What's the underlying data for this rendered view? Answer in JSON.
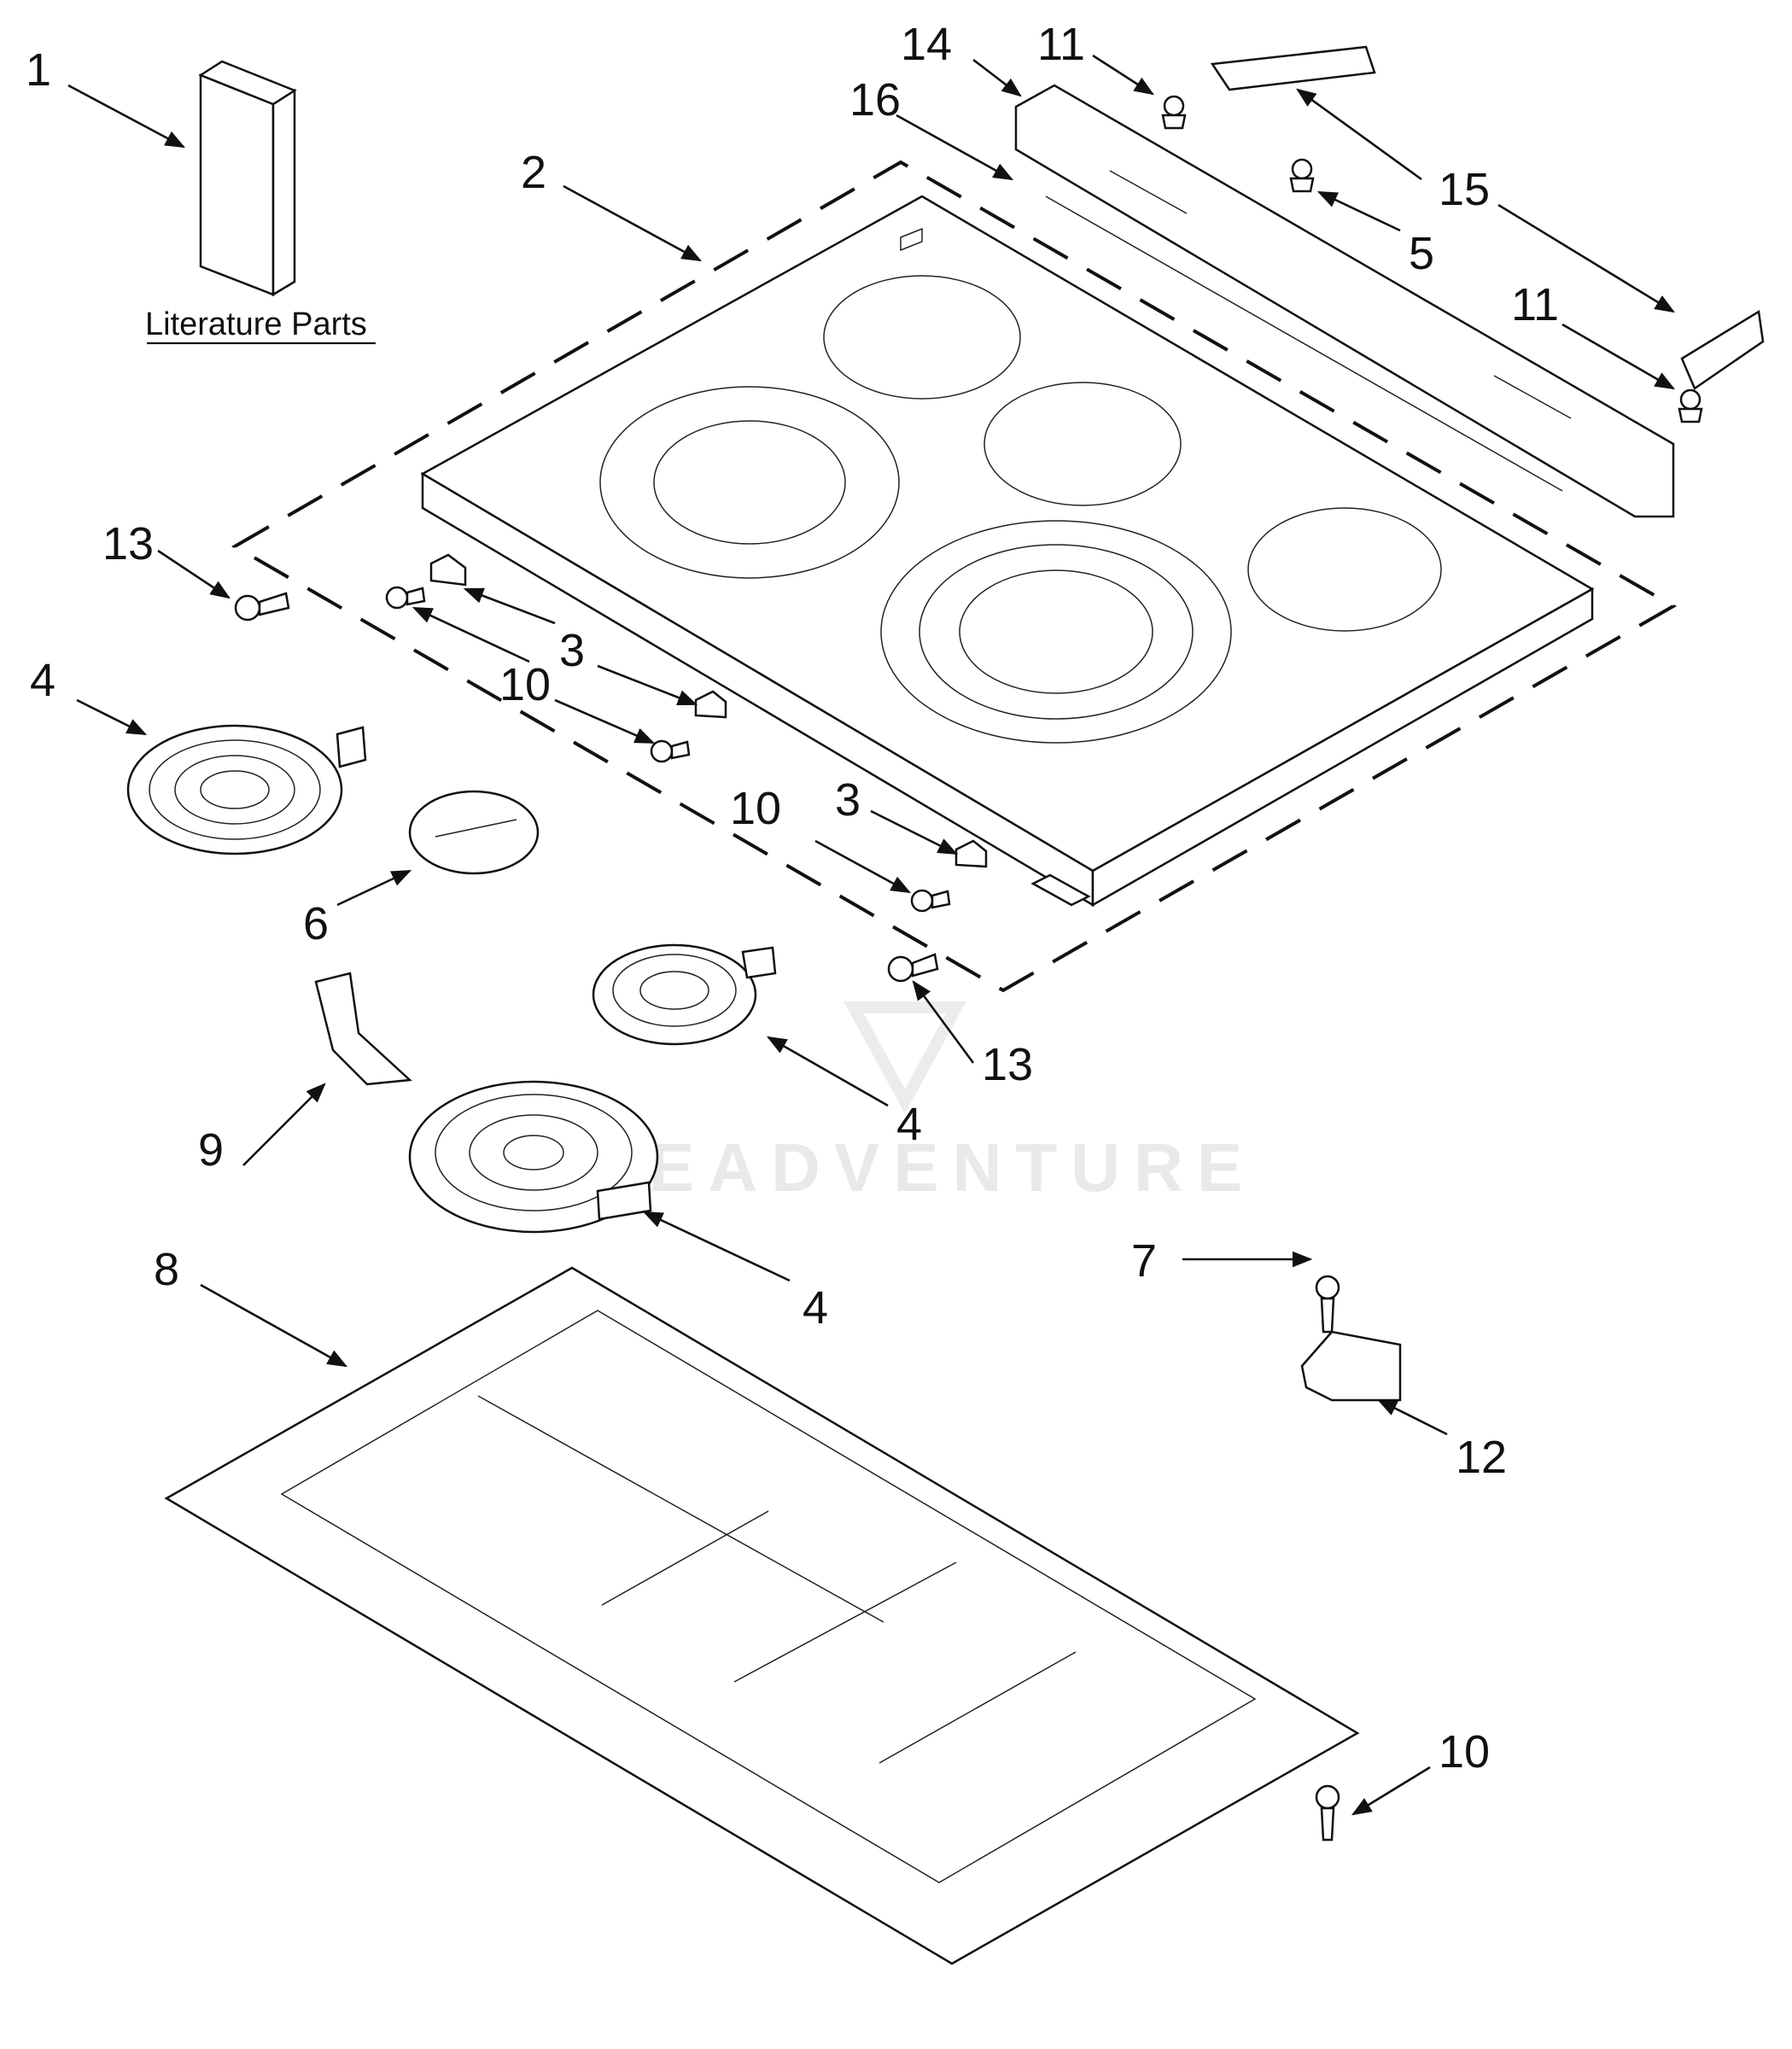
{
  "literature_label": "Literature Parts",
  "watermark": "EADVENTURE",
  "callouts": [
    "1",
    "2",
    "3",
    "3",
    "4",
    "4",
    "4",
    "5",
    "6",
    "7",
    "8",
    "9",
    "10",
    "10",
    "10",
    "11",
    "11",
    "12",
    "13",
    "13",
    "14",
    "15",
    "16"
  ]
}
